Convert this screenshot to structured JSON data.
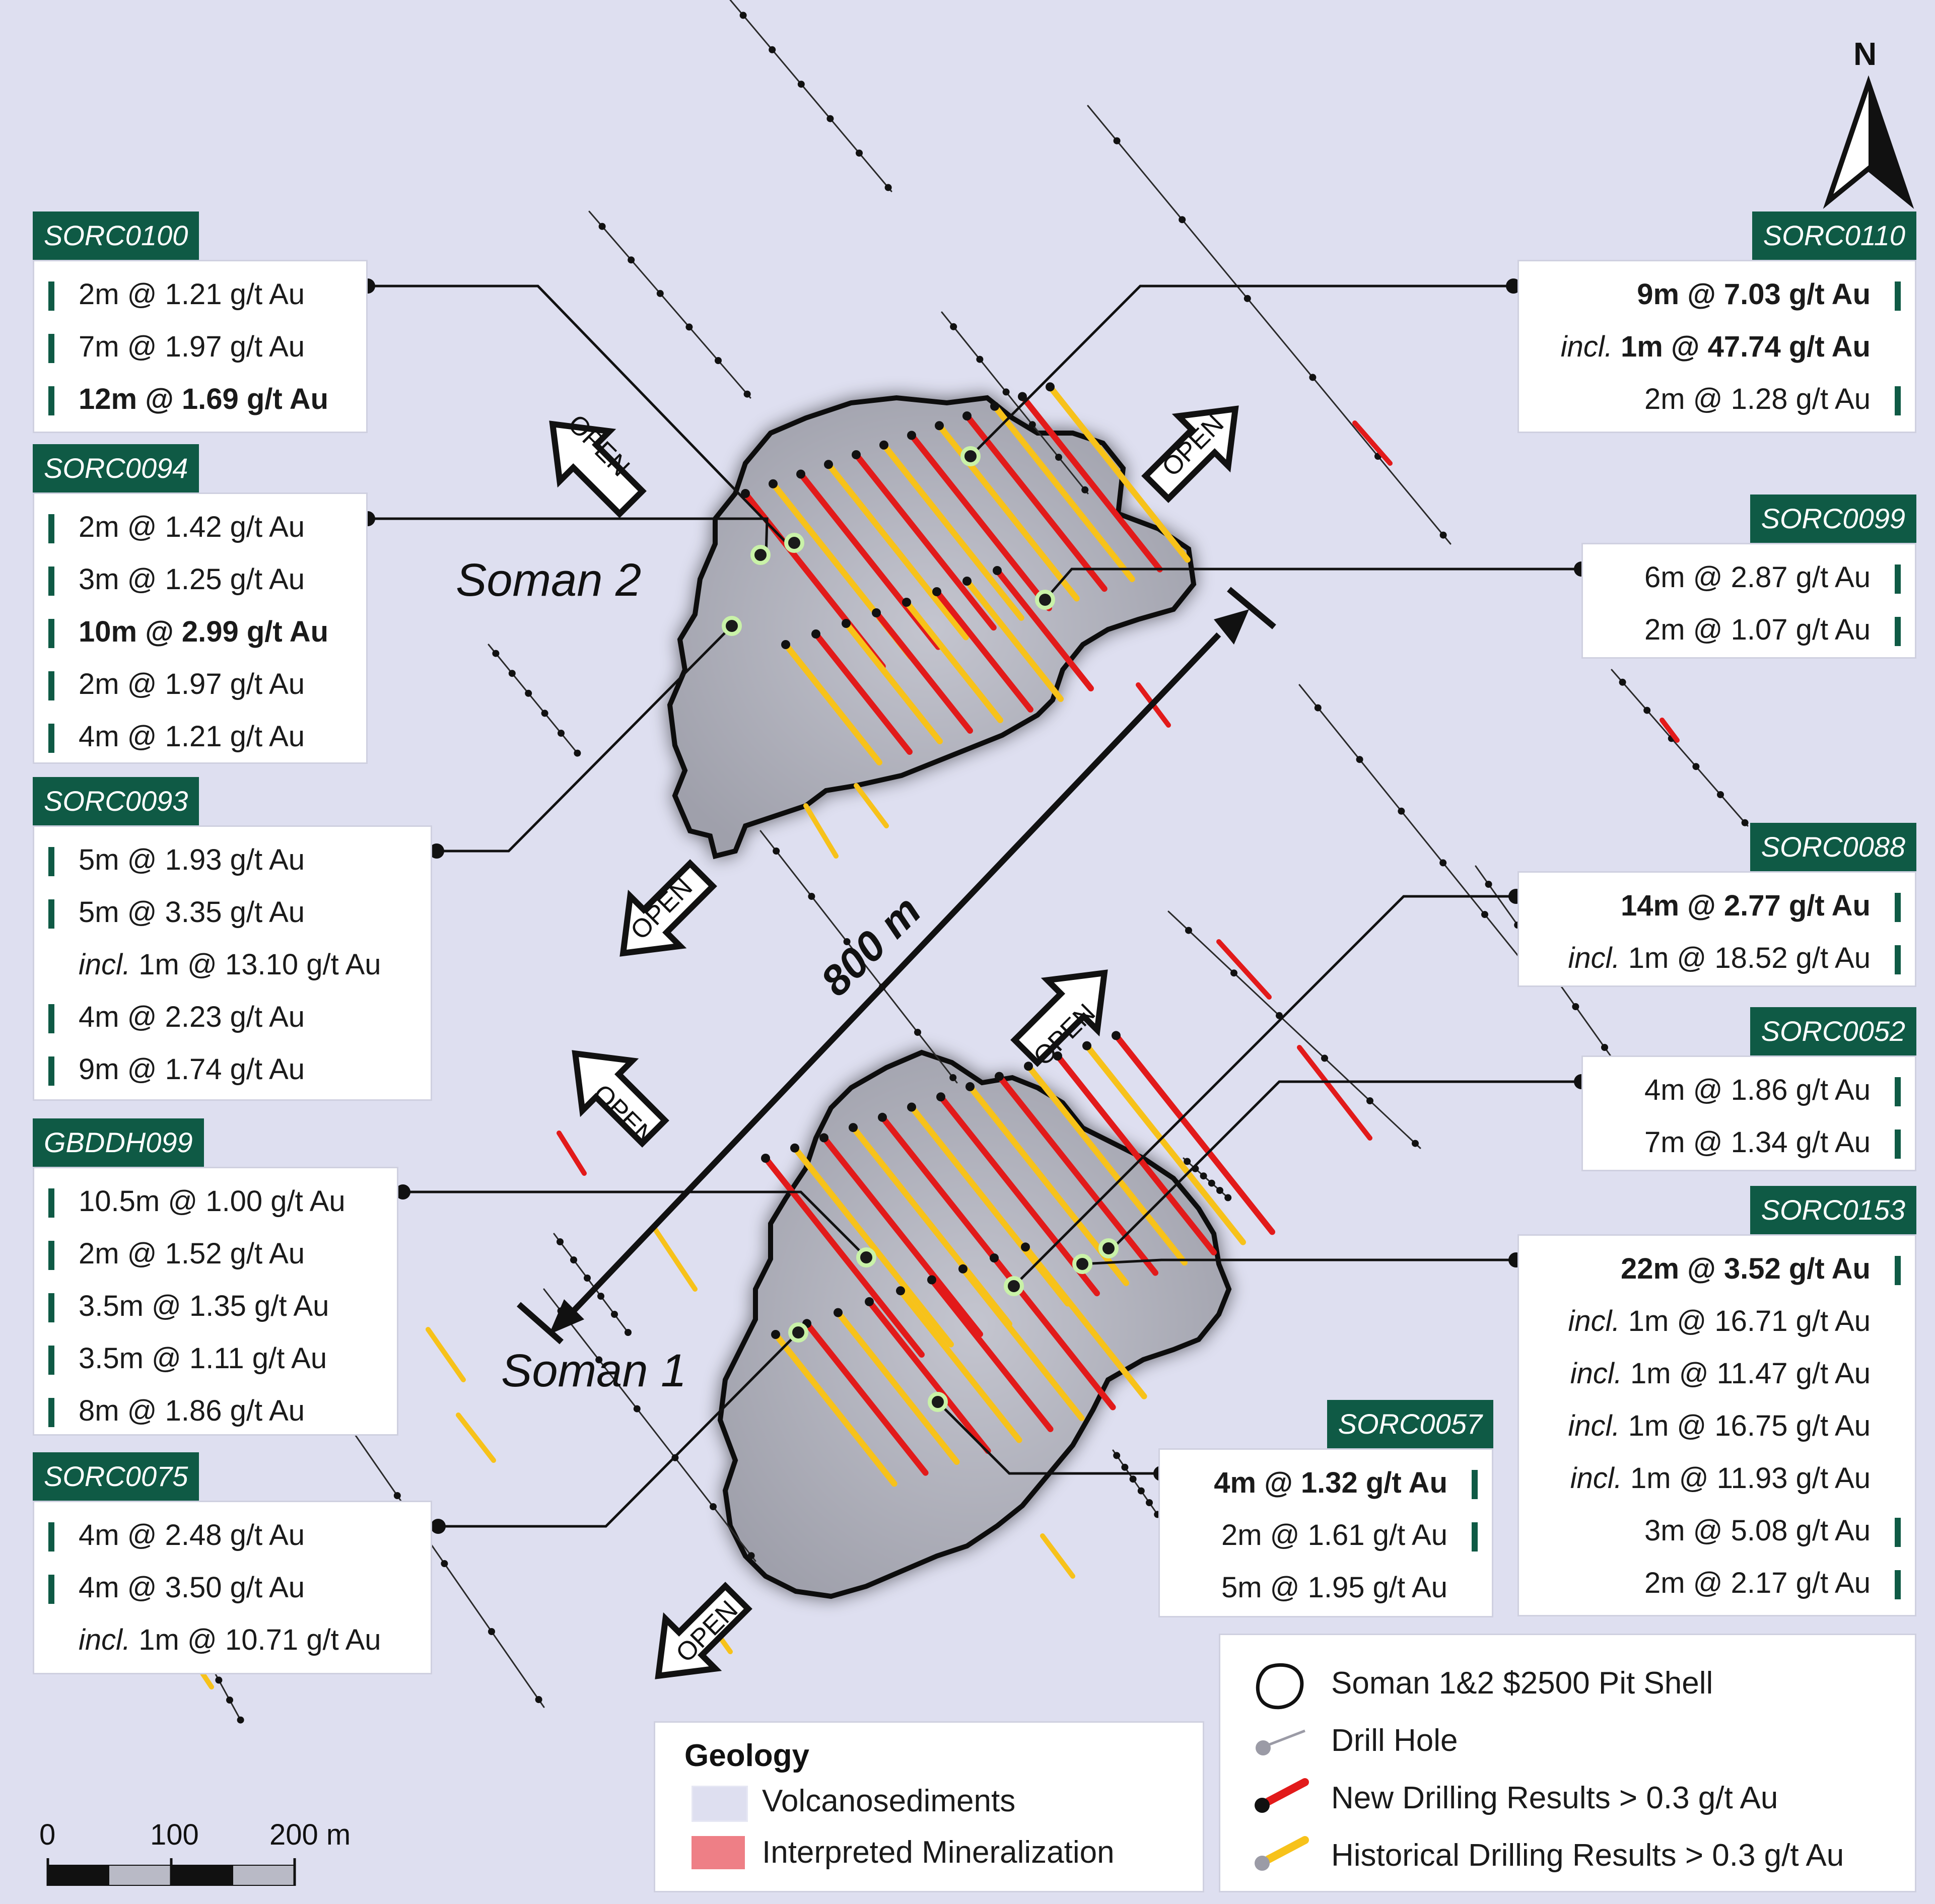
{
  "north_label": "N",
  "deposits": {
    "soman2": "Soman 2",
    "soman1": "Soman 1"
  },
  "distance_label": "800 m",
  "open_label": "OPEN",
  "callouts": {
    "SORC0100": {
      "id": "SORC0100",
      "rows": [
        {
          "text": "2m @ 1.21 g/t Au",
          "bold": false
        },
        {
          "text": "7m @ 1.97 g/t Au",
          "bold": false
        },
        {
          "text": "12m @ 1.69 g/t Au",
          "bold": true
        }
      ]
    },
    "SORC0094": {
      "id": "SORC0094",
      "rows": [
        {
          "text": "2m @ 1.42 g/t Au",
          "bold": false
        },
        {
          "text": "3m @ 1.25 g/t Au",
          "bold": false
        },
        {
          "text": "10m @ 2.99 g/t Au",
          "bold": true
        },
        {
          "text": "2m @ 1.97 g/t Au",
          "bold": false
        },
        {
          "text": "4m @ 1.21 g/t Au",
          "bold": false
        }
      ]
    },
    "SORC0093": {
      "id": "SORC0093",
      "rows": [
        {
          "text": "5m @ 1.93 g/t Au",
          "bold": false
        },
        {
          "text": "5m @ 3.35 g/t Au",
          "bold": false
        },
        {
          "incl": "incl.",
          "text": "1m @ 13.10 g/t Au",
          "bold": false,
          "nobar": true
        },
        {
          "text": "4m @ 2.23 g/t Au",
          "bold": false
        },
        {
          "text": "9m @ 1.74 g/t Au",
          "bold": false
        }
      ]
    },
    "GBDDH099": {
      "id": "GBDDH099",
      "rows": [
        {
          "text": "10.5m @ 1.00 g/t Au",
          "bold": false
        },
        {
          "text": "2m @ 1.52 g/t Au",
          "bold": false
        },
        {
          "text": "3.5m @ 1.35 g/t Au",
          "bold": false
        },
        {
          "text": "3.5m @ 1.11 g/t Au",
          "bold": false
        },
        {
          "text": "8m @ 1.86 g/t Au",
          "bold": false
        }
      ]
    },
    "SORC0075": {
      "id": "SORC0075",
      "rows": [
        {
          "text": "4m @ 2.48 g/t Au",
          "bold": false
        },
        {
          "text": "4m @ 3.50 g/t Au",
          "bold": false
        },
        {
          "incl": "incl.",
          "text": "1m @ 10.71 g/t Au",
          "bold": false,
          "nobar": true
        }
      ]
    },
    "SORC0110": {
      "id": "SORC0110",
      "rows": [
        {
          "text": "9m @ 7.03 g/t Au",
          "bold": true
        },
        {
          "incl": "incl.",
          "text": "1m @ 47.74 g/t Au",
          "bold": true,
          "nobar": true
        },
        {
          "text": "2m @ 1.28 g/t Au",
          "bold": false
        }
      ]
    },
    "SORC0099": {
      "id": "SORC0099",
      "rows": [
        {
          "text": "6m @ 2.87 g/t Au",
          "bold": false
        },
        {
          "text": "2m @ 1.07 g/t Au",
          "bold": false
        }
      ]
    },
    "SORC0088": {
      "id": "SORC0088",
      "rows": [
        {
          "text": "14m @ 2.77 g/t Au",
          "bold": true
        },
        {
          "incl": "incl.",
          "text": "1m @ 18.52 g/t Au",
          "bold": false
        }
      ]
    },
    "SORC0052": {
      "id": "SORC0052",
      "rows": [
        {
          "text": "4m @ 1.86 g/t Au",
          "bold": false
        },
        {
          "text": "7m @ 1.34 g/t Au",
          "bold": false
        }
      ]
    },
    "SORC0153": {
      "id": "SORC0153",
      "rows": [
        {
          "text": "22m @ 3.52 g/t Au",
          "bold": true
        },
        {
          "incl": "incl.",
          "text": "1m @ 16.71 g/t Au",
          "bold": false,
          "nobar": true
        },
        {
          "incl": "incl.",
          "text": "1m @ 11.47 g/t Au",
          "bold": false,
          "nobar": true
        },
        {
          "incl": "incl.",
          "text": "1m @ 16.75 g/t Au",
          "bold": false,
          "nobar": true
        },
        {
          "incl": "incl.",
          "text": "1m @ 11.93 g/t Au",
          "bold": false,
          "nobar": true
        },
        {
          "text": "3m @ 5.08 g/t Au",
          "bold": false
        },
        {
          "text": "2m @ 2.17 g/t Au",
          "bold": false
        }
      ]
    },
    "SORC0057": {
      "id": "SORC0057",
      "rows": [
        {
          "text": "4m @ 1.32 g/t Au",
          "bold": true
        },
        {
          "text": "2m @ 1.61 g/t Au",
          "bold": false
        },
        {
          "text": "5m @ 1.95 g/t Au",
          "bold": false,
          "nobar": true
        }
      ]
    }
  },
  "geology_legend": {
    "title": "Geology",
    "items": [
      {
        "label": "Volcanosediments",
        "color": "#dedff0"
      },
      {
        "label": "Interpreted Mineralization",
        "color": "#ee7f86"
      }
    ]
  },
  "symbol_legend": {
    "items": [
      {
        "label": "Soman 1&2 $2500 Pit Shell"
      },
      {
        "label": "Drill Hole"
      },
      {
        "label": "New Drilling Results > 0.3 g/t Au"
      },
      {
        "label": "Historical Drilling Results > 0.3 g/t Au"
      }
    ]
  },
  "scale_bar": {
    "labels": [
      "0",
      "100",
      "200 m"
    ]
  },
  "colors": {
    "background": "#dedff0",
    "callout_green": "#0f5a45",
    "new_result_red": "#e21a1a",
    "historical_yellow": "#f7c21a",
    "pit_fill": "#a8a9b4"
  }
}
